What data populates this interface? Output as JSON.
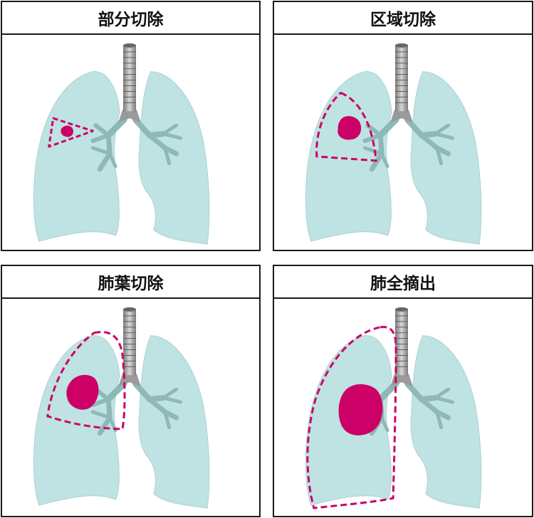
{
  "panels": [
    {
      "id": "partial",
      "title": "部分切除"
    },
    {
      "id": "segment",
      "title": "区域切除"
    },
    {
      "id": "lobe",
      "title": "肺葉切除"
    },
    {
      "id": "pneumonectomy",
      "title": "肺全摘出"
    }
  ],
  "colors": {
    "lung": "#bfe2e3",
    "lung_outline": "#a9d2d4",
    "bronchi": "#8fb8b8",
    "trachea": "#a6a6a6",
    "tumor": "#cc0066",
    "dash": "#cc0066",
    "border": "#1a1a1a"
  }
}
